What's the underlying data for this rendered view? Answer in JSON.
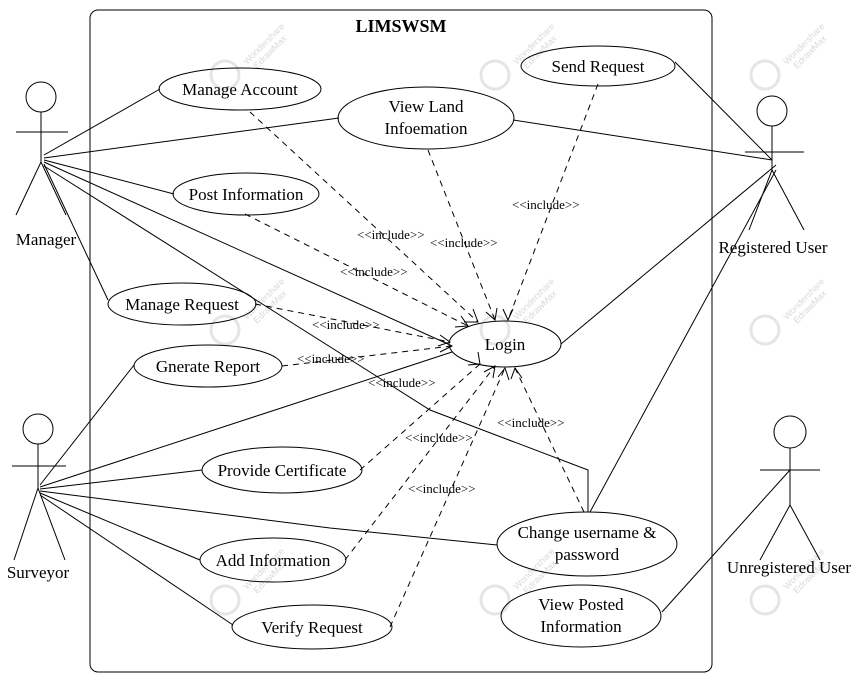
{
  "system": {
    "title": "LIMSWSM"
  },
  "actors": {
    "manager": "Manager",
    "registered_user": "Registered User",
    "surveyor": "Surveyor",
    "unregistered_user": "Unregistered User"
  },
  "use_cases": {
    "manage_account": [
      "Manage Account"
    ],
    "view_land": [
      "View Land",
      "Infoemation"
    ],
    "send_request": [
      "Send Request"
    ],
    "post_information": [
      "Post Information"
    ],
    "manage_request": [
      "Manage Request"
    ],
    "login": [
      "Login"
    ],
    "generate_report": [
      "Gnerate Report"
    ],
    "provide_certificate": [
      "Provide Certificate"
    ],
    "add_information": [
      "Add Information"
    ],
    "change_credentials": [
      "Change username &",
      "password"
    ],
    "verify_request": [
      "Verify Request"
    ],
    "view_posted": [
      "View Posted",
      "Information"
    ]
  },
  "include_label": "<<include>>",
  "watermark": [
    "Wondershare",
    "EdrawMax"
  ]
}
